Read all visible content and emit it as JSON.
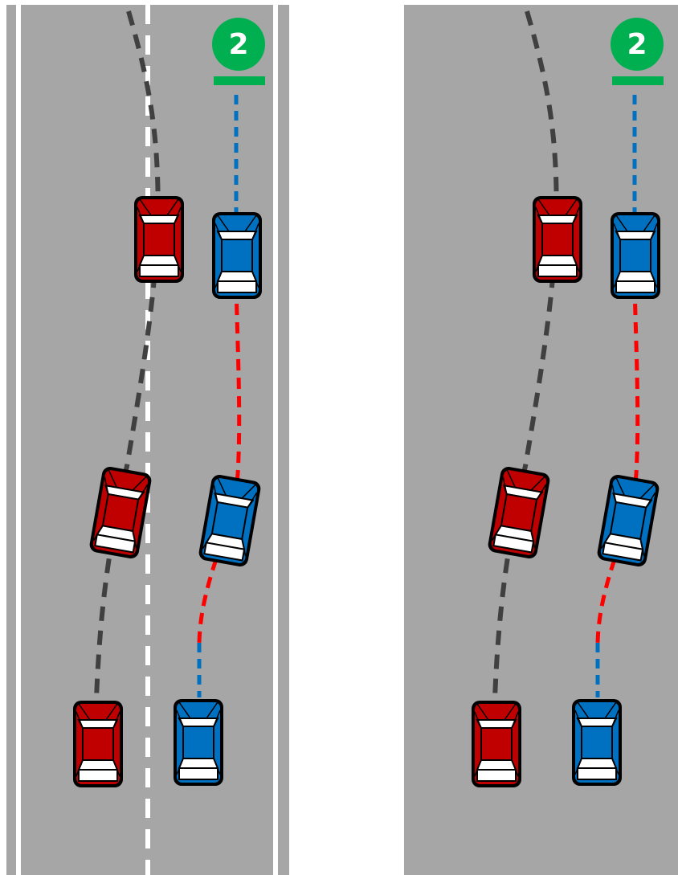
{
  "panels": [
    {
      "id": "left",
      "badge": {
        "label": "2",
        "color": "#00b050"
      },
      "lane_markings": true
    },
    {
      "id": "right",
      "badge": {
        "label": "2",
        "color": "#00b050"
      },
      "lane_markings": false
    }
  ],
  "colors": {
    "road": "#a6a6a6",
    "lane_line": "#ffffff",
    "red_car": "#c00000",
    "blue_car": "#0070c0",
    "gray_path": "#404040",
    "red_path": "#ff0000",
    "blue_path": "#0070c0",
    "outline": "#000000"
  },
  "vehicles": [
    {
      "name": "red-car",
      "color": "red",
      "step": 1
    },
    {
      "name": "blue-car",
      "color": "blue",
      "step": 1
    },
    {
      "name": "red-car",
      "color": "red",
      "step": 2
    },
    {
      "name": "blue-car",
      "color": "blue",
      "step": 2
    },
    {
      "name": "red-car",
      "color": "red",
      "step": 3
    },
    {
      "name": "blue-car",
      "color": "blue",
      "step": 3
    }
  ]
}
